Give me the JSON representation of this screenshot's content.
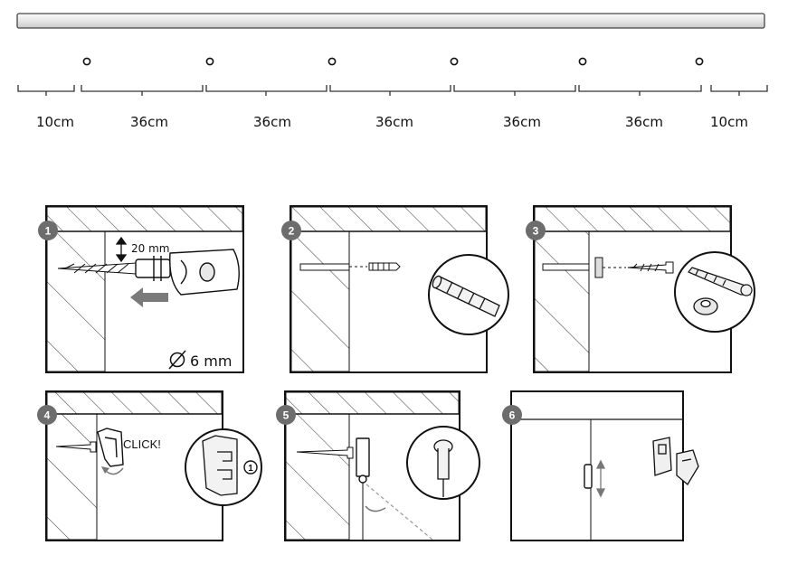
{
  "rail": {
    "segments": [
      "10cm",
      "36cm",
      "36cm",
      "36cm",
      "36cm",
      "36cm",
      "10cm"
    ]
  },
  "steps": [
    {
      "number": "1",
      "drill_depth": "20 mm",
      "diameter": "6 mm",
      "diameter_symbol": "Ø"
    },
    {
      "number": "2"
    },
    {
      "number": "3"
    },
    {
      "number": "4",
      "callout": "CLICK!",
      "marker": "1"
    },
    {
      "number": "5"
    },
    {
      "number": "6"
    }
  ],
  "colors": {
    "badge": "#6d6d6d",
    "hatch": "#555555",
    "arrow": "#7a7a7a"
  }
}
